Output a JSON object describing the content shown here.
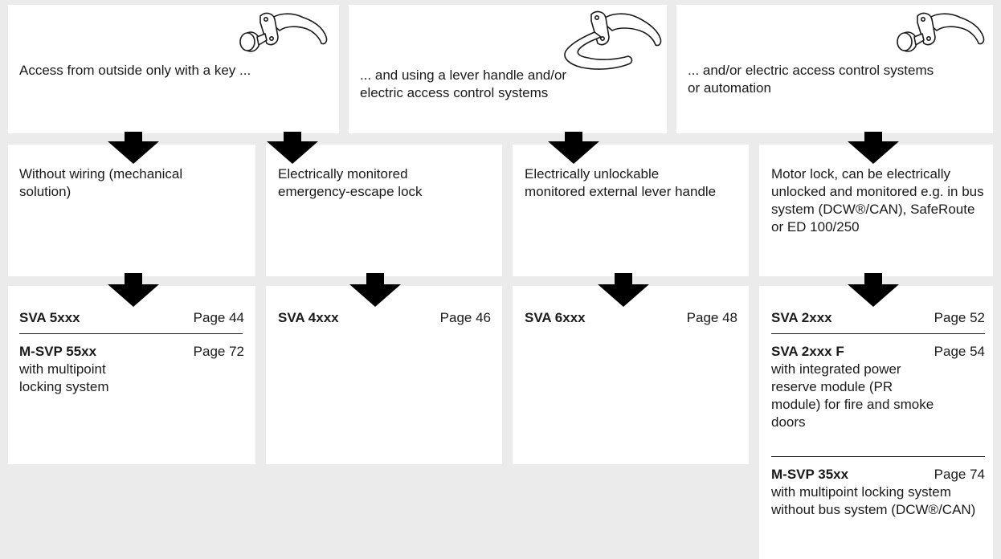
{
  "colors": {
    "background": "#ebebeb",
    "box": "#ffffff",
    "arrow": "#000000",
    "text": "#1a1a1a"
  },
  "top_row": [
    {
      "text": "Access from outside only with a key ...",
      "icon": "knob-and-lever-handle-icon"
    },
    {
      "text": "... and using a lever handle and/or electric access control systems",
      "icon": "double-lever-handle-icon"
    },
    {
      "text": "... and/or electric access control systems or automation",
      "icon": "knob-and-lever-handle-icon"
    }
  ],
  "middle_row": [
    {
      "text": "Without wiring (mechanical solution)"
    },
    {
      "text": "Electrically monitored emergency-escape lock"
    },
    {
      "text": "Electrically unlockable monitored external lever handle"
    },
    {
      "text": "Motor lock, can be electrically unlocked and monitored e.g. in bus system (DCW®/CAN), SafeRoute or ED 100/250"
    }
  ],
  "products": [
    [
      {
        "name": "SVA 5xxx",
        "page": "Page 44",
        "desc": ""
      },
      {
        "name": "M-SVP 55xx",
        "page": "Page 72",
        "desc": "with multipoint locking system"
      }
    ],
    [
      {
        "name": "SVA 4xxx",
        "page": "Page 46",
        "desc": ""
      }
    ],
    [
      {
        "name": "SVA 6xxx",
        "page": "Page 48",
        "desc": ""
      }
    ],
    [
      {
        "name": "SVA 2xxx",
        "page": "Page 52",
        "desc": ""
      },
      {
        "name": "SVA 2xxx F",
        "page": "Page 54",
        "desc": "with integrated power reserve module (PR module) for fire and smoke doors"
      },
      {
        "name": "M-SVP 35xx",
        "page": "Page 74",
        "desc": "with multipoint locking system without bus system (DCW®/CAN)"
      }
    ]
  ]
}
